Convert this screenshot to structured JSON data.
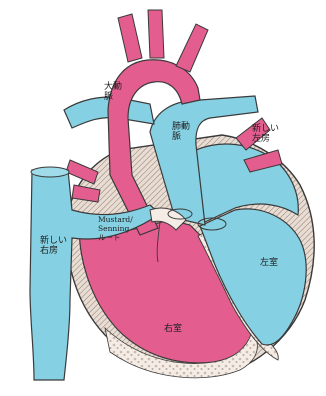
{
  "labels": {
    "aorta": [
      "大動",
      "脈"
    ],
    "pulmonary_artery": [
      "肺動",
      "脈"
    ],
    "new_left_atrium": [
      "新しい",
      "左房"
    ],
    "new_right_atrium": [
      "新しい",
      "右房"
    ],
    "baffle": [
      "Mustard/",
      "Senning",
      "ルート"
    ],
    "left_ventricle": "左室",
    "right_ventricle": "右室"
  },
  "colors": {
    "systemic_red": "#e35d8f",
    "pulmonary_blue": "#86d0e3",
    "outline": "#3a3a3a",
    "muscle": "#f2e9e2"
  }
}
